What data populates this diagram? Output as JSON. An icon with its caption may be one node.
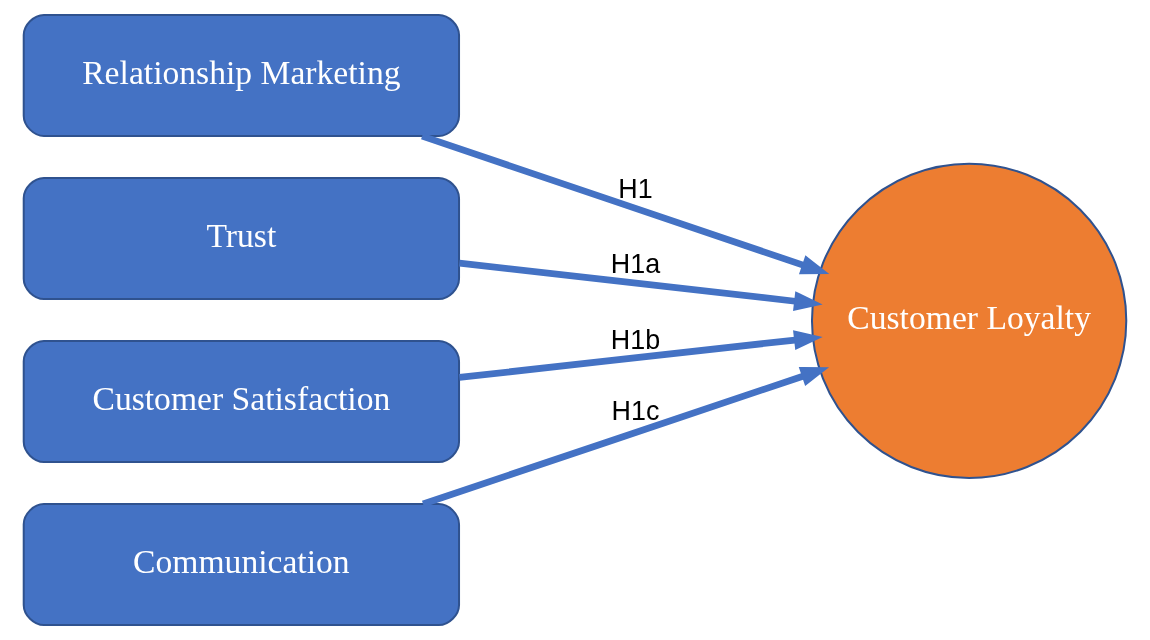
{
  "diagram": {
    "nodes": [
      {
        "text": [
          "Relationship Marketing"
        ]
      },
      {
        "text": [
          "Trust"
        ]
      },
      {
        "text": [
          "Customer Satisfaction"
        ]
      },
      {
        "text": [
          "Communication"
        ]
      },
      {
        "text": [
          "Customer Loyalty"
        ]
      }
    ],
    "edges": [
      {
        "from": 0,
        "to": 4,
        "arrow": "to",
        "label": "H1"
      },
      {
        "from": 1,
        "to": 4,
        "arrow": "to",
        "label": "H1a"
      },
      {
        "from": 2,
        "to": 4,
        "arrow": "to",
        "label": "H1b"
      },
      {
        "from": 3,
        "to": 4,
        "arrow": "to",
        "label": "H1c"
      }
    ]
  }
}
